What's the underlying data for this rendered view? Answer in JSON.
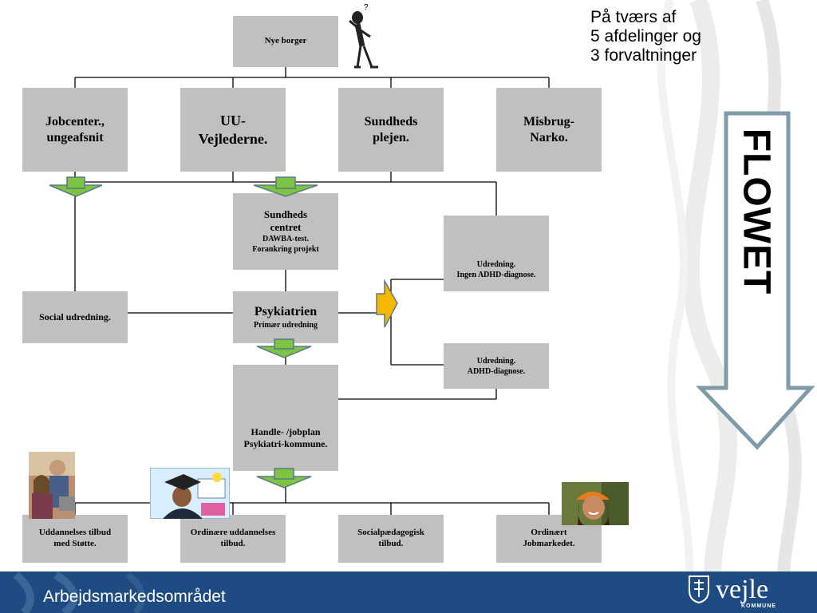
{
  "header_note": [
    "På tværs af",
    "5 afdelinger og",
    "3 forvaltninger"
  ],
  "flow_label": "FLOWET",
  "footer": {
    "title": "Arbejdsmarkedsområdet",
    "logo": "vejle",
    "logo_sub": "KOMMUNE"
  },
  "nodes": {
    "nye_borger": "Nye borger",
    "jobcenter": [
      "Jobcenter.,",
      "ungeafsnit"
    ],
    "uu": [
      "UU-",
      "Vejlederne."
    ],
    "sundheds_plejen": [
      "Sundheds",
      "plejen."
    ],
    "misbrug": [
      "Misbrug-",
      "Narko."
    ],
    "sundheds_centret": {
      "title": [
        "Sundheds",
        "centret"
      ],
      "sub": [
        "DAWBA-test.",
        "Forankring projekt"
      ]
    },
    "udredning_ingen": [
      "Udredning.",
      "Ingen ADHD-diagnose."
    ],
    "social_udredning": "Social udredning.",
    "psykiatrien": {
      "title": "Psykiatrien",
      "sub": "Primær udredning"
    },
    "udredning_adhd": [
      "Udredning.",
      "ADHD-diagnose."
    ],
    "handleplan": [
      "Handle- /jobplan",
      "Psykiatri-kommune."
    ],
    "uddannelses_tilbud": [
      "Uddannelses tilbud",
      "med Støtte."
    ],
    "ordinaere_uddannelses": [
      "Ordinære uddannelses",
      "tilbud."
    ],
    "socialpaedagogisk": [
      "Socialpædagogisk",
      "tilbud."
    ],
    "ordinaert_job": [
      "Ordinært",
      "Jobmarkedet."
    ]
  },
  "colors": {
    "box": "#c0c0c0",
    "green_arrow": "#7dc443",
    "orange_arrow": "#f5b800",
    "footer": "#1f4b83",
    "flow_arrow": "#7f9aa8"
  }
}
